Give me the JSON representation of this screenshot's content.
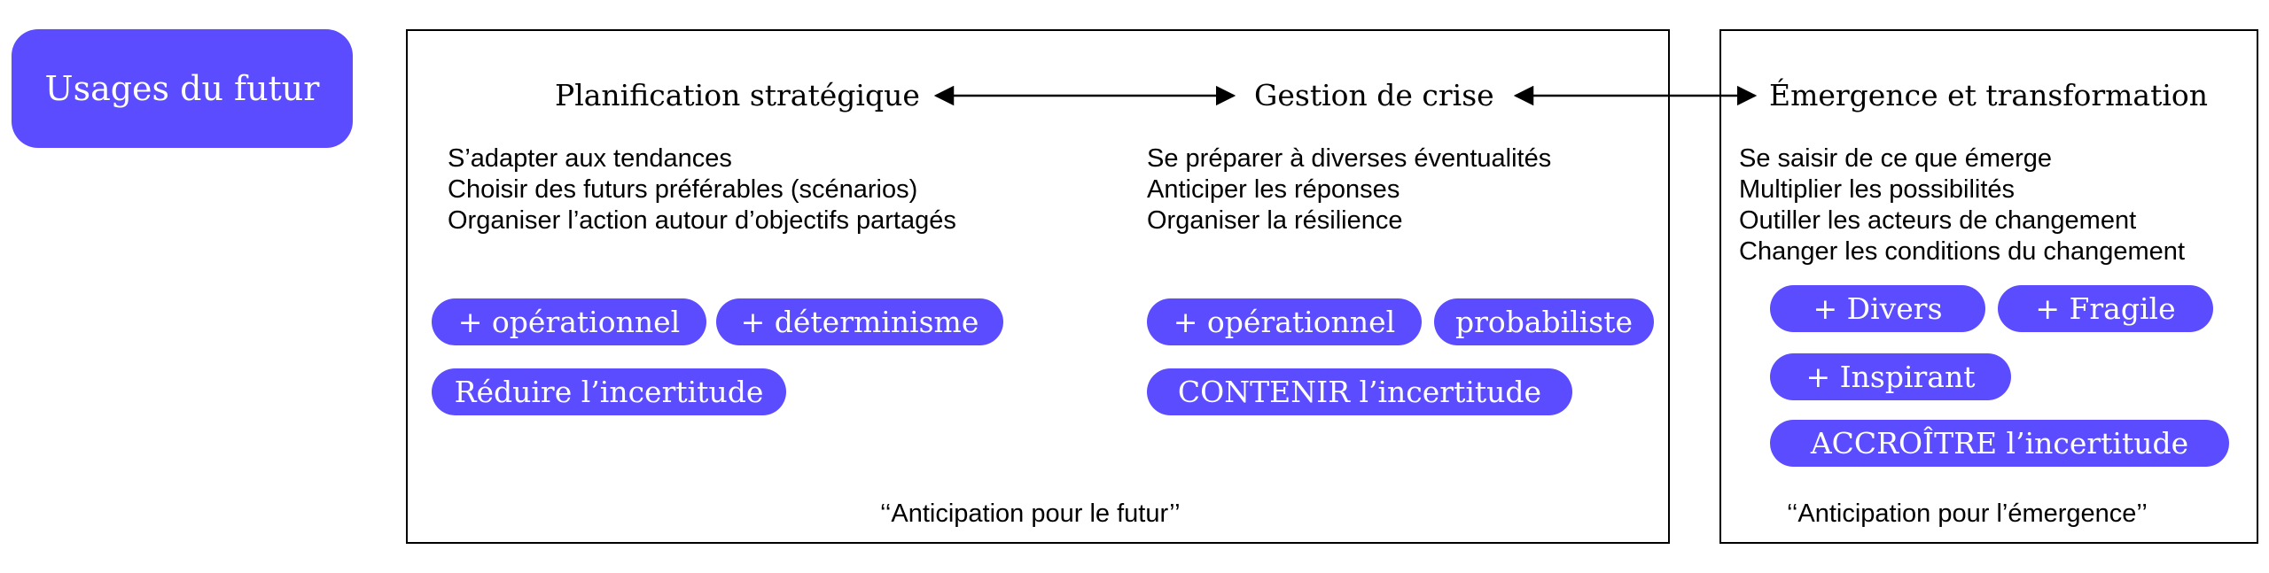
{
  "colors": {
    "accent": "#5b4cff",
    "border": "#000000",
    "text": "#000000",
    "pill_text": "#ffffff"
  },
  "root_label": "Usages du futur",
  "groups": {
    "left": {
      "quote": "‘‘Anticipation pour le futur’’",
      "columns": {
        "planning": {
          "heading": "Planification stratégique",
          "lines": [
            "S’adapter aux tendances",
            "Choisir des futurs préférables (scénarios)",
            "Organiser l’action autour d’objectifs partagés"
          ],
          "tags": [
            "+ opérationnel",
            "+ déterminisme",
            "Réduire l’incertitude"
          ]
        },
        "crisis": {
          "heading": "Gestion de crise",
          "lines": [
            "Se préparer à diverses éventualités",
            "Anticiper les réponses",
            "Organiser la résilience"
          ],
          "tags": [
            "+ opérationnel",
            "probabiliste",
            "CONTENIR l’incertitude"
          ]
        }
      }
    },
    "right": {
      "quote": "‘‘Anticipation pour l’émergence’’",
      "columns": {
        "emergence": {
          "heading": "Émergence et transformation",
          "lines": [
            "Se saisir de ce que émerge",
            "Multiplier les possibilités",
            "Outiller les acteurs de changement",
            "Changer les conditions du changement"
          ],
          "tags": [
            "+ Divers",
            "+ Fragile",
            "+ Inspirant",
            "ACCROÎTRE l’incertitude"
          ]
        }
      }
    }
  },
  "connectors": [
    {
      "from": "planning",
      "to": "crisis",
      "type": "bidirectional-arrow"
    },
    {
      "from": "crisis",
      "to": "emergence",
      "type": "bidirectional-arrow"
    }
  ]
}
